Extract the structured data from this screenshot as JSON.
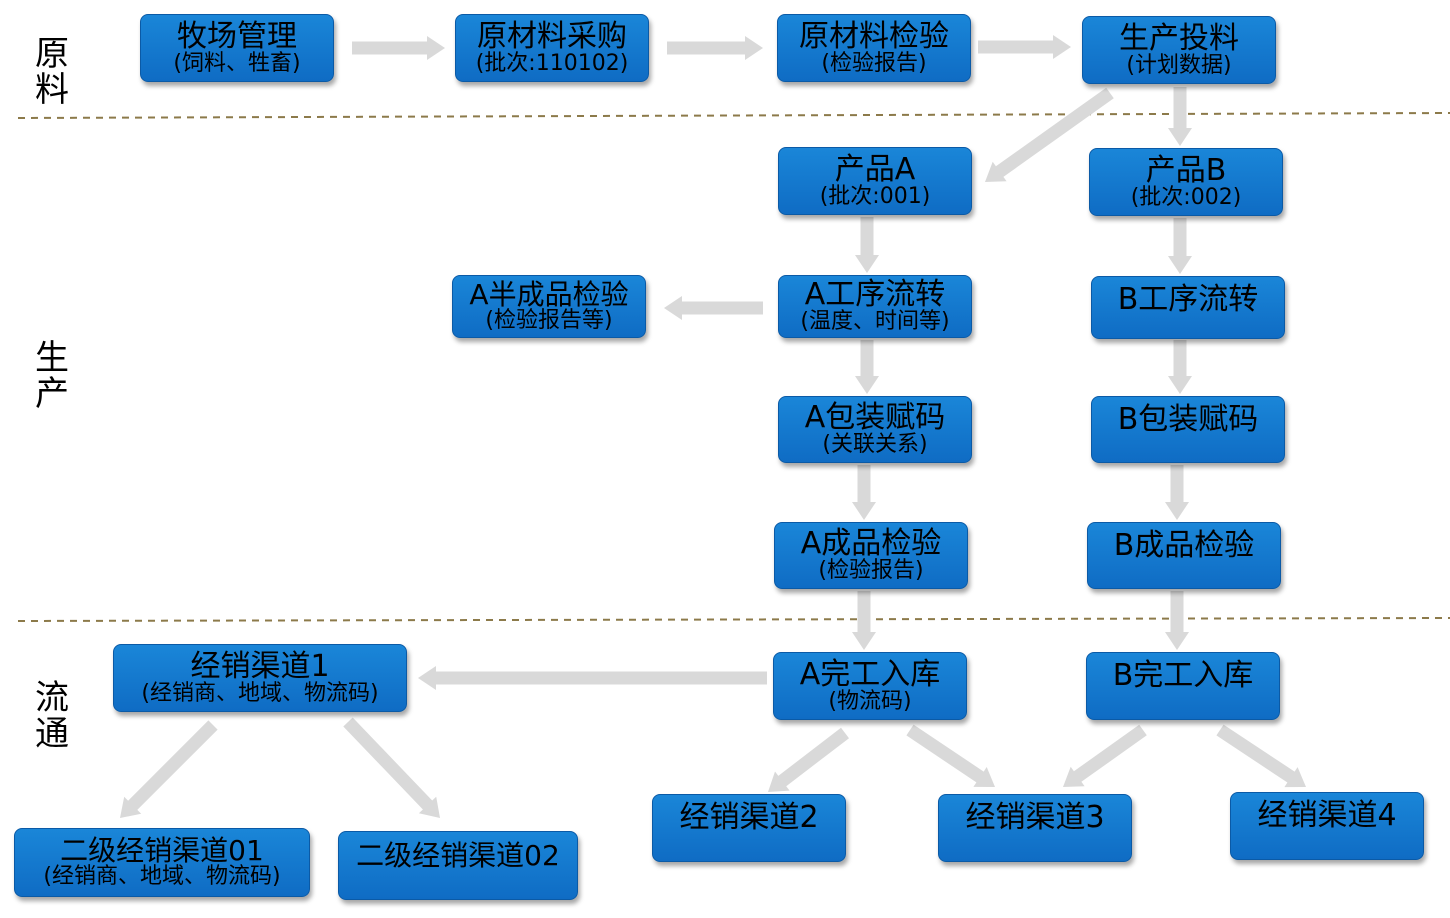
{
  "stages": {
    "raw": "原料",
    "production": "生产",
    "circulation": "流通"
  },
  "nodes": {
    "ranch": {
      "title": "牧场管理",
      "sub": "(饲料、牲畜)"
    },
    "purchase": {
      "title": "原材料采购",
      "sub": "(批次:110102)"
    },
    "raw_inspect": {
      "title": "原材料检验",
      "sub": "(检验报告)"
    },
    "feeding": {
      "title": "生产投料",
      "sub": "(计划数据)"
    },
    "product_a": {
      "title": "产品A",
      "sub": "(批次:001)"
    },
    "product_b": {
      "title": "产品B",
      "sub": "(批次:002)"
    },
    "a_semi_inspect": {
      "title": "A半成品检验",
      "sub": "(检验报告等)"
    },
    "a_process": {
      "title": "A工序流转",
      "sub": "(温度、时间等)"
    },
    "b_process": {
      "title": "B工序流转"
    },
    "a_pack": {
      "title": "A包装赋码",
      "sub": "(关联关系)"
    },
    "b_pack": {
      "title": "B包装赋码"
    },
    "a_final_inspect": {
      "title": "A成品检验",
      "sub": "(检验报告)"
    },
    "b_final_inspect": {
      "title": "B成品检验"
    },
    "a_warehouse": {
      "title": "A完工入库",
      "sub": "(物流码)"
    },
    "b_warehouse": {
      "title": "B完工入库"
    },
    "channel1": {
      "title": "经销渠道1",
      "sub": "(经销商、地域、物流码)"
    },
    "channel2": {
      "title": "经销渠道2"
    },
    "channel3": {
      "title": "经销渠道3"
    },
    "channel4": {
      "title": "经销渠道4"
    },
    "sub_channel01": {
      "title": "二级经销渠道01",
      "sub": "(经销商、地域、物流码)"
    },
    "sub_channel02": {
      "title": "二级经销渠道02"
    }
  },
  "colors": {
    "box_fill": "#127ad0",
    "box_border": "#0b5aa6",
    "arrow": "#d9d9d9",
    "divider": "#8c7a4a"
  }
}
